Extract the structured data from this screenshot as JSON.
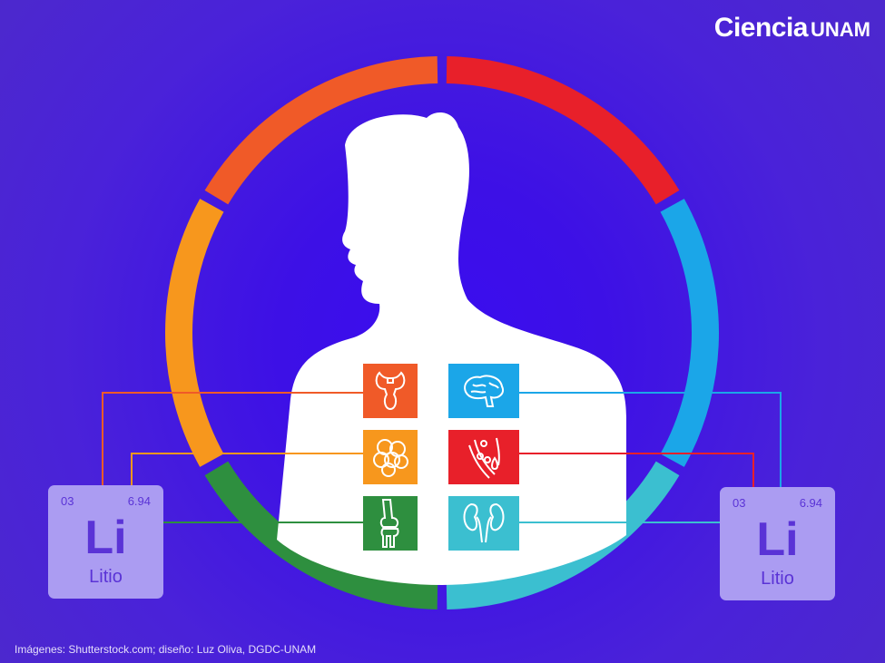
{
  "logo": {
    "ciencia": "Ciencia",
    "unam": "UNAM"
  },
  "element_left": {
    "number": "03",
    "mass": "6.94",
    "symbol": "Li",
    "name": "Litio"
  },
  "element_right": {
    "number": "03",
    "mass": "6.94",
    "symbol": "Li",
    "name": "Litio"
  },
  "organs": [
    {
      "icon": "thyroid-icon",
      "color": "#f05a28"
    },
    {
      "icon": "brain-icon",
      "color": "#1ba6e8"
    },
    {
      "icon": "pancreas-icon",
      "color": "#f7971d"
    },
    {
      "icon": "blood-vessel-icon",
      "color": "#e8202a"
    },
    {
      "icon": "knee-bone-icon",
      "color": "#2e8f3f"
    },
    {
      "icon": "kidneys-icon",
      "color": "#3bbfd0"
    }
  ],
  "ring_colors": [
    "#e8202a",
    "#1ba6e8",
    "#3bbfd0",
    "#2e8f3f",
    "#f7971d",
    "#f05a28"
  ],
  "credit": "Imágenes: Shutterstock.com; diseño: Luz Oliva, DGDC-UNAM"
}
